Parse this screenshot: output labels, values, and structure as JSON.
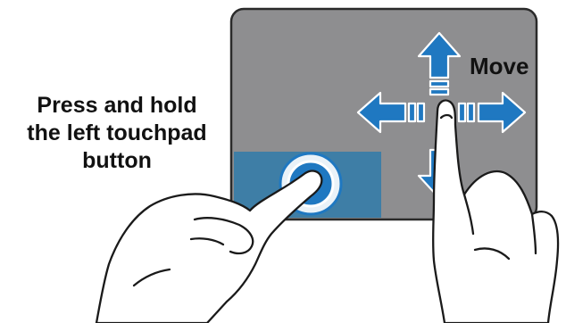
{
  "instruction": {
    "lines": [
      "Press and hold",
      "the left touchpad",
      "button"
    ]
  },
  "gesture": {
    "label": "Move"
  },
  "colors": {
    "touchpad_surface": "#8e8e90",
    "touchpad_border": "#2a2a2a",
    "left_button": "#3e7ea6",
    "arrow": "#1f78c1",
    "ring": "#eaf2f8",
    "hand_fill": "#ffffff",
    "hand_stroke": "#1a1a1a"
  },
  "icons": {
    "touchpad": "touchpad-icon",
    "press_indicator": "press-ring-icon",
    "move_arrows": "four-way-arrow-icon",
    "left_hand": "left-hand-pointing-icon",
    "right_hand": "right-hand-pointing-icon"
  }
}
